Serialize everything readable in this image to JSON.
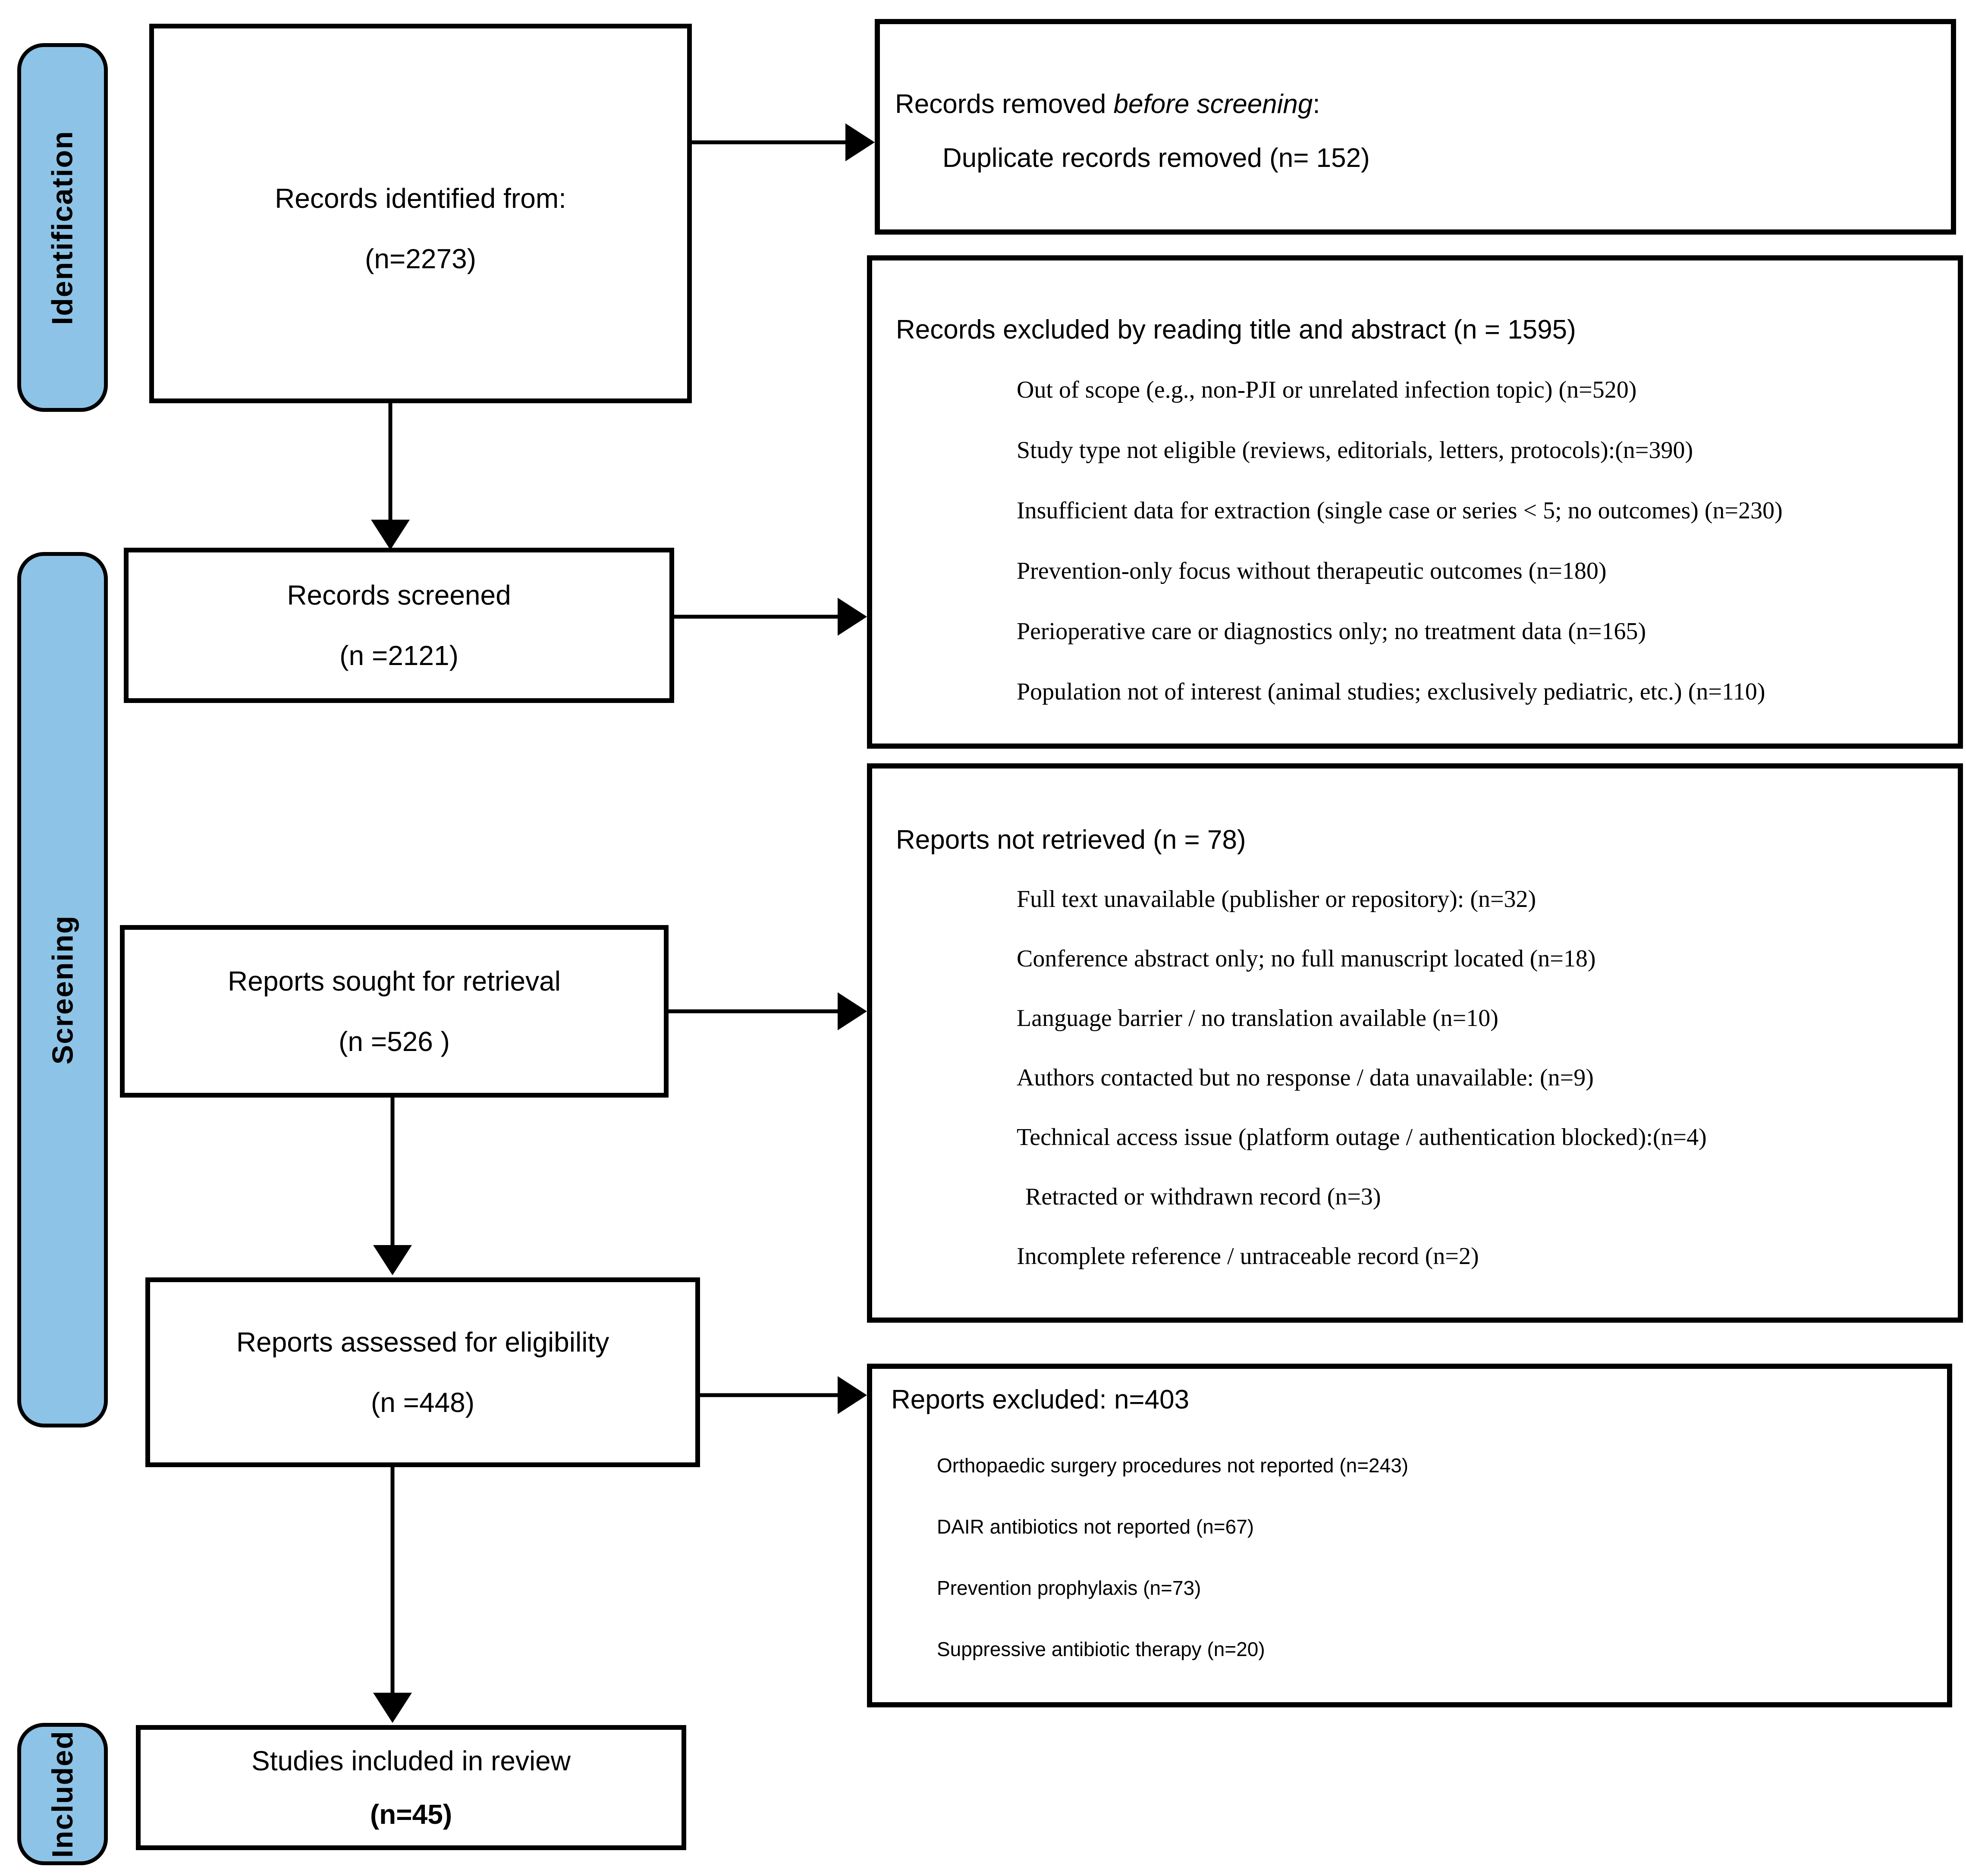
{
  "stage_bars": {
    "identification": "Identification",
    "screening": "Screening",
    "included": "Included"
  },
  "flow_boxes": {
    "identified": {
      "line1": "Records identified from:",
      "line2": "(n=2273)"
    },
    "screened": {
      "line1": "Records screened",
      "line2": "(n =2121)"
    },
    "sought": {
      "line1": "Reports sought for retrieval",
      "line2": "(n =526 )"
    },
    "assessed": {
      "line1": "Reports assessed for eligibility",
      "line2": "(n =448)"
    },
    "included": {
      "line1": "Studies included in review",
      "line2": "(n=45)"
    }
  },
  "right_boxes": {
    "removed": {
      "title_prefix": "Records removed ",
      "title_italic": "before screening",
      "title_suffix": ":",
      "item": "Duplicate records removed (n= 152)"
    },
    "excluded_title_abstract": {
      "title": "Records excluded by reading title and abstract (n = 1595)",
      "items": [
        "Out of scope (e.g., non-PJI or unrelated infection topic) (n=520)",
        "Study type not eligible (reviews, editorials, letters, protocols):(n=390)",
        "Insufficient data for extraction (single case or series < 5; no outcomes) (n=230)",
        "Prevention-only focus without therapeutic outcomes (n=180)",
        "Perioperative care or diagnostics only; no treatment data (n=165)",
        "Population not of interest (animal studies; exclusively pediatric, etc.) (n=110)"
      ]
    },
    "not_retrieved": {
      "title": "Reports not retrieved (n = 78)",
      "items": [
        "Full text unavailable (publisher or repository): (n=32)",
        "Conference abstract only; no full manuscript located (n=18)",
        "Language barrier / no translation available (n=10)",
        "Authors contacted but no response / data unavailable: (n=9)",
        "Technical access issue (platform outage / authentication blocked):(n=4)",
        "Retracted or withdrawn record (n=3)",
        "Incomplete reference / untraceable record (n=2)"
      ]
    },
    "reports_excluded": {
      "title": "Reports excluded: n=403",
      "items": [
        "Orthopaedic surgery procedures not reported (n=243)",
        "DAIR antibiotics not reported (n=67)",
        "Prevention prophylaxis (n=73)",
        "Suppressive antibiotic therapy (n=20)"
      ]
    }
  },
  "colors": {
    "stage_bar_fill": "#8DC3E6",
    "line_color": "#000000",
    "background": "#FFFFFF"
  }
}
